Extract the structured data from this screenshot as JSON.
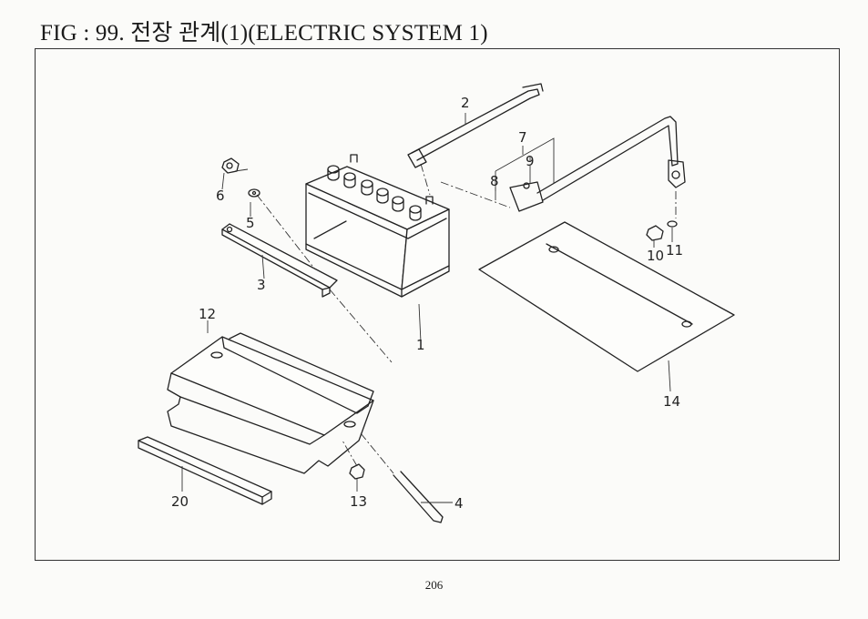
{
  "figure": {
    "title": "FIG : 99. 전장 관계(1)(ELECTRIC SYSTEM 1)",
    "page_number": "206"
  },
  "callouts": [
    "1",
    "2",
    "3",
    "4",
    "5",
    "6",
    "7",
    "8",
    "9",
    "10",
    "11",
    "12",
    "13",
    "14",
    "20"
  ]
}
